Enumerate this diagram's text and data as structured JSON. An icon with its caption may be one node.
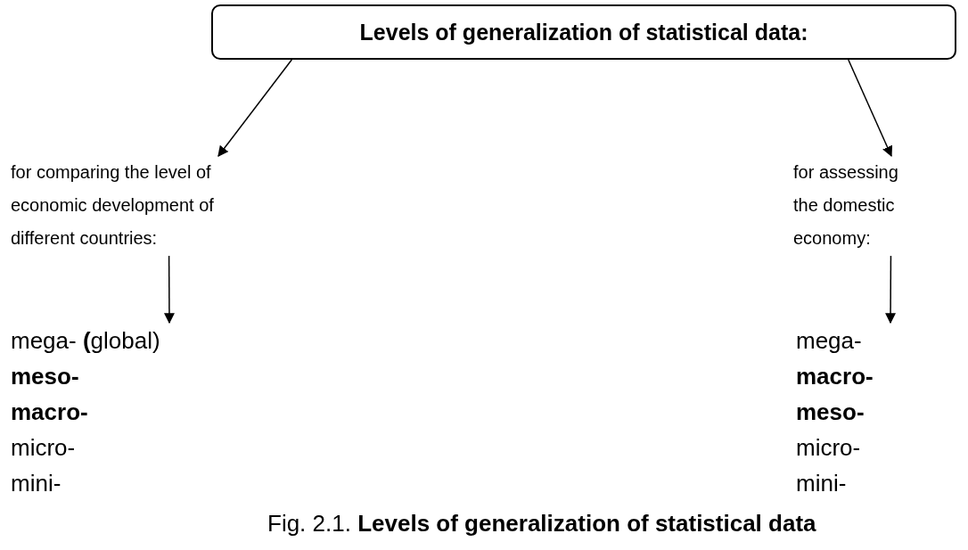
{
  "diagram": {
    "caption": "Fig. 2.1. **Levels of generalization of statistical data**",
    "nodes": [
      {
        "text": [
          "Levels of generalization of statistical data:"
        ]
      },
      {
        "text": [
          "for comparing the level of economic development of different countries:"
        ]
      },
      {
        "text": [
          "for assessing the domestic economy:"
        ]
      },
      {
        "text": [
          "mega- **(**global)",
          "**meso-**",
          "**macro-**",
          "micro-",
          "mini-"
        ]
      },
      {
        "text": [
          "mega-",
          "**macro-**",
          "**meso-**",
          "micro-",
          "mini-"
        ]
      }
    ],
    "edges": [
      {
        "from": 0,
        "to": 1,
        "arrow": "to"
      },
      {
        "from": 0,
        "to": 2,
        "arrow": "to"
      },
      {
        "from": 1,
        "to": 3,
        "arrow": "to"
      },
      {
        "from": 2,
        "to": 4,
        "arrow": "to"
      }
    ]
  }
}
